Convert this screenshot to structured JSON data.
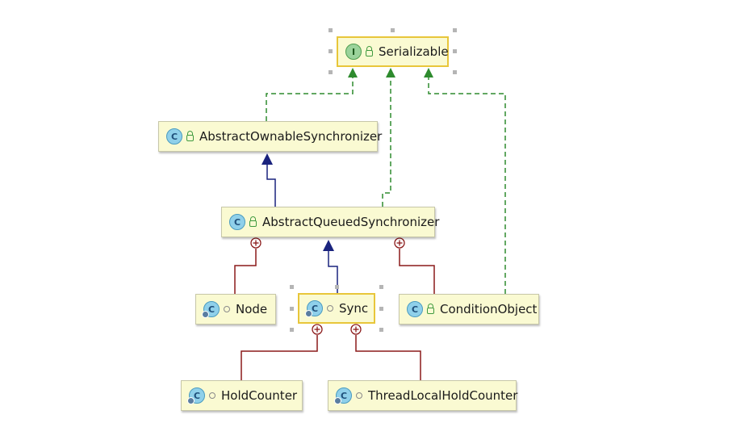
{
  "diagram": {
    "nodes": [
      {
        "id": "serializable",
        "label": "Serializable",
        "kind": "interface",
        "badge": "I",
        "visibility": "public",
        "selected": true
      },
      {
        "id": "aos",
        "label": "AbstractOwnableSynchronizer",
        "kind": "class",
        "badge": "C",
        "visibility": "public"
      },
      {
        "id": "aqs",
        "label": "AbstractQueuedSynchronizer",
        "kind": "class",
        "badge": "C",
        "visibility": "public"
      },
      {
        "id": "node",
        "label": "Node",
        "kind": "class",
        "badge": "C",
        "visibility": "package",
        "static": true
      },
      {
        "id": "sync",
        "label": "Sync",
        "kind": "class",
        "badge": "C",
        "visibility": "package",
        "static": true,
        "selected": true
      },
      {
        "id": "conditionobject",
        "label": "ConditionObject",
        "kind": "class",
        "badge": "C",
        "visibility": "public"
      },
      {
        "id": "holdcounter",
        "label": "HoldCounter",
        "kind": "class",
        "badge": "C",
        "visibility": "package",
        "static": true
      },
      {
        "id": "threadlocalholdcounter",
        "label": "ThreadLocalHoldCounter",
        "kind": "class",
        "badge": "C",
        "visibility": "package",
        "static": true
      }
    ],
    "edges": [
      {
        "from": "aos",
        "to": "serializable",
        "type": "implements"
      },
      {
        "from": "aqs",
        "to": "serializable",
        "type": "implements"
      },
      {
        "from": "conditionobject",
        "to": "serializable",
        "type": "implements"
      },
      {
        "from": "aqs",
        "to": "aos",
        "type": "extends"
      },
      {
        "from": "sync",
        "to": "aqs",
        "type": "extends"
      },
      {
        "from": "node",
        "to": "aqs",
        "type": "inner"
      },
      {
        "from": "conditionobject",
        "to": "aqs",
        "type": "inner"
      },
      {
        "from": "holdcounter",
        "to": "sync",
        "type": "inner"
      },
      {
        "from": "threadlocalholdcounter",
        "to": "sync",
        "type": "inner"
      }
    ],
    "colors": {
      "implements": "#2e8b2e",
      "extends": "#1a237e",
      "inner": "#8b1a1a",
      "node_fill": "#fafad2",
      "selection": "#e8c63a"
    }
  }
}
